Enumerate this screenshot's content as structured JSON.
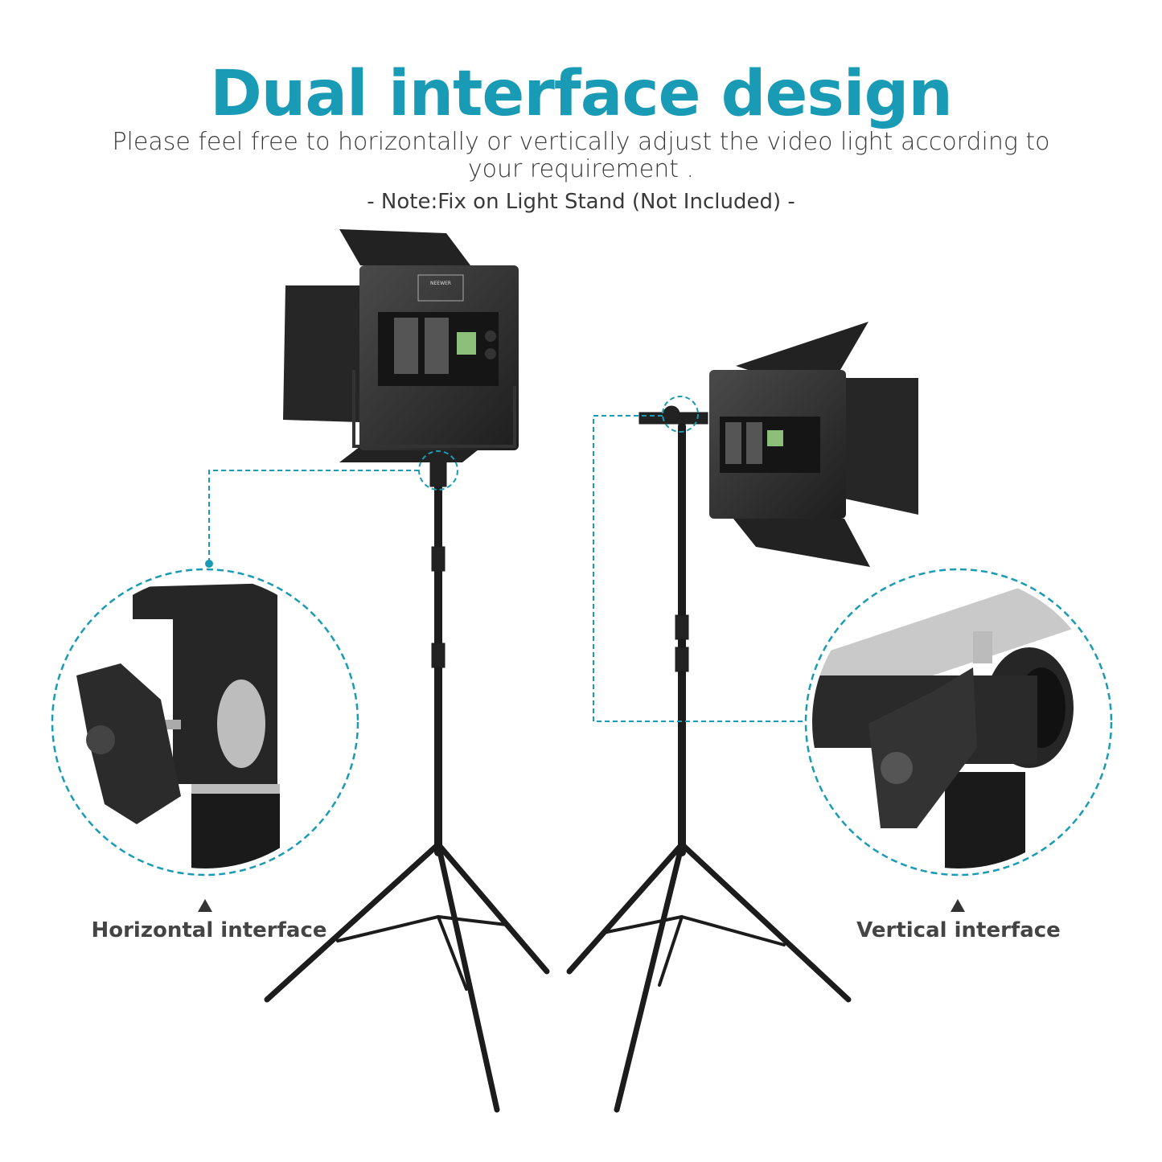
{
  "title": "Dual interface design",
  "subtitle": "Please feel free to horizontally or vertically adjust the video light according to your requirement .",
  "note": "- Note:Fix on Light Stand (Not Included) -",
  "brand_logo": "NEEWER",
  "callouts": [
    {
      "label": "Horizontal interface",
      "icon": "triangle-up-icon"
    },
    {
      "label": "Vertical interface",
      "icon": "triangle-up-icon"
    }
  ],
  "colors": {
    "accent": "#1a9bb5",
    "text": "#3a3a3a",
    "equipment": "#2a2a2a"
  }
}
